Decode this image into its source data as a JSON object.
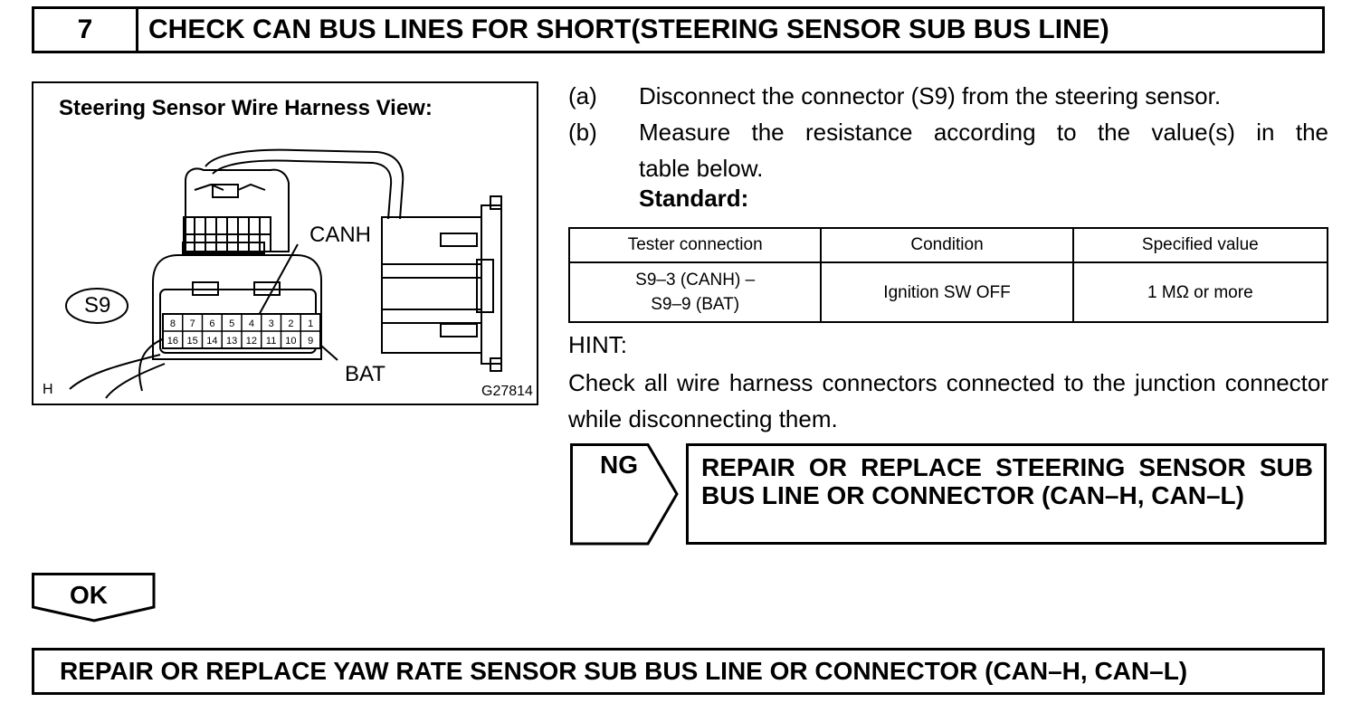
{
  "header": {
    "step_number": "7",
    "title": "CHECK CAN BUS LINES FOR SHORT(STEERING SENSOR SUB BUS LINE)"
  },
  "figure": {
    "title": "Steering Sensor Wire Harness View:",
    "connector_label": "S9",
    "canh_label": "CANH",
    "bat_label": "BAT",
    "corner_label": "H",
    "figure_id": "G27814",
    "pins_top": [
      "8",
      "7",
      "6",
      "5",
      "4",
      "3",
      "2",
      "1"
    ],
    "pins_bottom": [
      "16",
      "15",
      "14",
      "13",
      "12",
      "11",
      "10",
      "9"
    ]
  },
  "instructions": {
    "a_letter": "(a)",
    "a_text": "Disconnect the connector (S9) from the steering sensor.",
    "b_letter": "(b)",
    "b_text_line1": "Measure the resistance according to the value(s) in the",
    "b_text_line2": "table below.",
    "standard_label": "Standard:"
  },
  "table": {
    "headers": [
      "Tester connection",
      "Condition",
      "Specified value"
    ],
    "row": {
      "tester_line1": "S9–3 (CANH) –",
      "tester_line2": "S9–9 (BAT)",
      "condition": "Ignition SW OFF",
      "value": "1 MΩ or more"
    }
  },
  "hint": {
    "label": "HINT:",
    "text": "Check all wire harness connectors connected to the junction connector while disconnecting them."
  },
  "ng": {
    "label": "NG",
    "action": "REPAIR OR REPLACE STEERING SENSOR SUB BUS LINE OR CONNECTOR (CAN–H, CAN–L)"
  },
  "ok": {
    "label": "OK"
  },
  "final": {
    "action": "REPAIR OR REPLACE YAW RATE SENSOR SUB BUS LINE OR CONNECTOR (CAN–H, CAN–L)"
  }
}
